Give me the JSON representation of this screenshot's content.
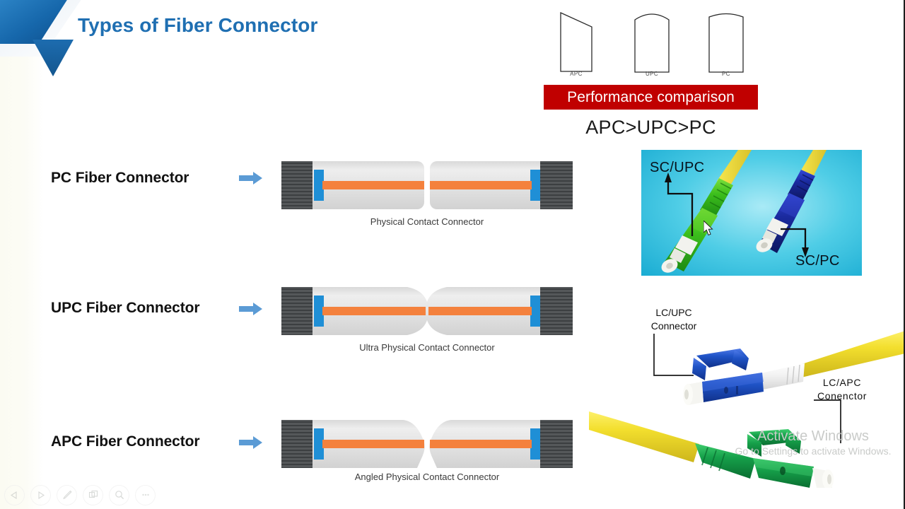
{
  "slide": {
    "title": "Types of Fiber Connector",
    "title_color": "#1F6FB2",
    "background": "#ffffff"
  },
  "ferrule_shapes": {
    "items": [
      {
        "label": "APC",
        "shape": "angled"
      },
      {
        "label": "UPC",
        "shape": "domed"
      },
      {
        "label": "PC",
        "shape": "flat"
      }
    ]
  },
  "performance": {
    "banner_label": "Performance comparison",
    "banner_color": "#C00000",
    "ranking": "APC>UPC>PC"
  },
  "rows": [
    {
      "label": "PC Fiber Connector",
      "caption": "Physical Contact Connector",
      "end_face": "flat"
    },
    {
      "label": "UPC Fiber Connector",
      "caption": "Ultra Physical Contact Connector",
      "end_face": "domed"
    },
    {
      "label": "APC Fiber Connector",
      "caption": "Angled Physical Contact Connector",
      "end_face": "angled"
    }
  ],
  "photo_sc": {
    "annotation_left": "SC/UPC",
    "annotation_right": "SC/PC",
    "background_color": "#29bde0",
    "connector_left_color": "#3fc021",
    "connector_right_color": "#1b2f9e"
  },
  "photo_lc": {
    "annotation_left_line1": "LC/UPC",
    "annotation_left_line2": "Connector",
    "annotation_right_line1": "LC/APC",
    "annotation_right_line2": "Conenctor",
    "cable_color": "#f2dc3c",
    "connector_upc_color": "#1f57c4",
    "connector_apc_color": "#19a14b"
  },
  "watermark": {
    "line1": "Activate Windows",
    "line2": "Go to Settings to activate Windows."
  },
  "toolbar": {
    "buttons": [
      {
        "name": "previous-slide",
        "icon": "triangle-left-icon"
      },
      {
        "name": "next-slide",
        "icon": "triangle-right-icon"
      },
      {
        "name": "pen-tool",
        "icon": "pen-icon"
      },
      {
        "name": "slide-grid",
        "icon": "slides-icon"
      },
      {
        "name": "zoom-tool",
        "icon": "magnifier-icon"
      },
      {
        "name": "more-options",
        "icon": "ellipsis-icon"
      }
    ]
  },
  "arrow_color": "#5B9BD5"
}
